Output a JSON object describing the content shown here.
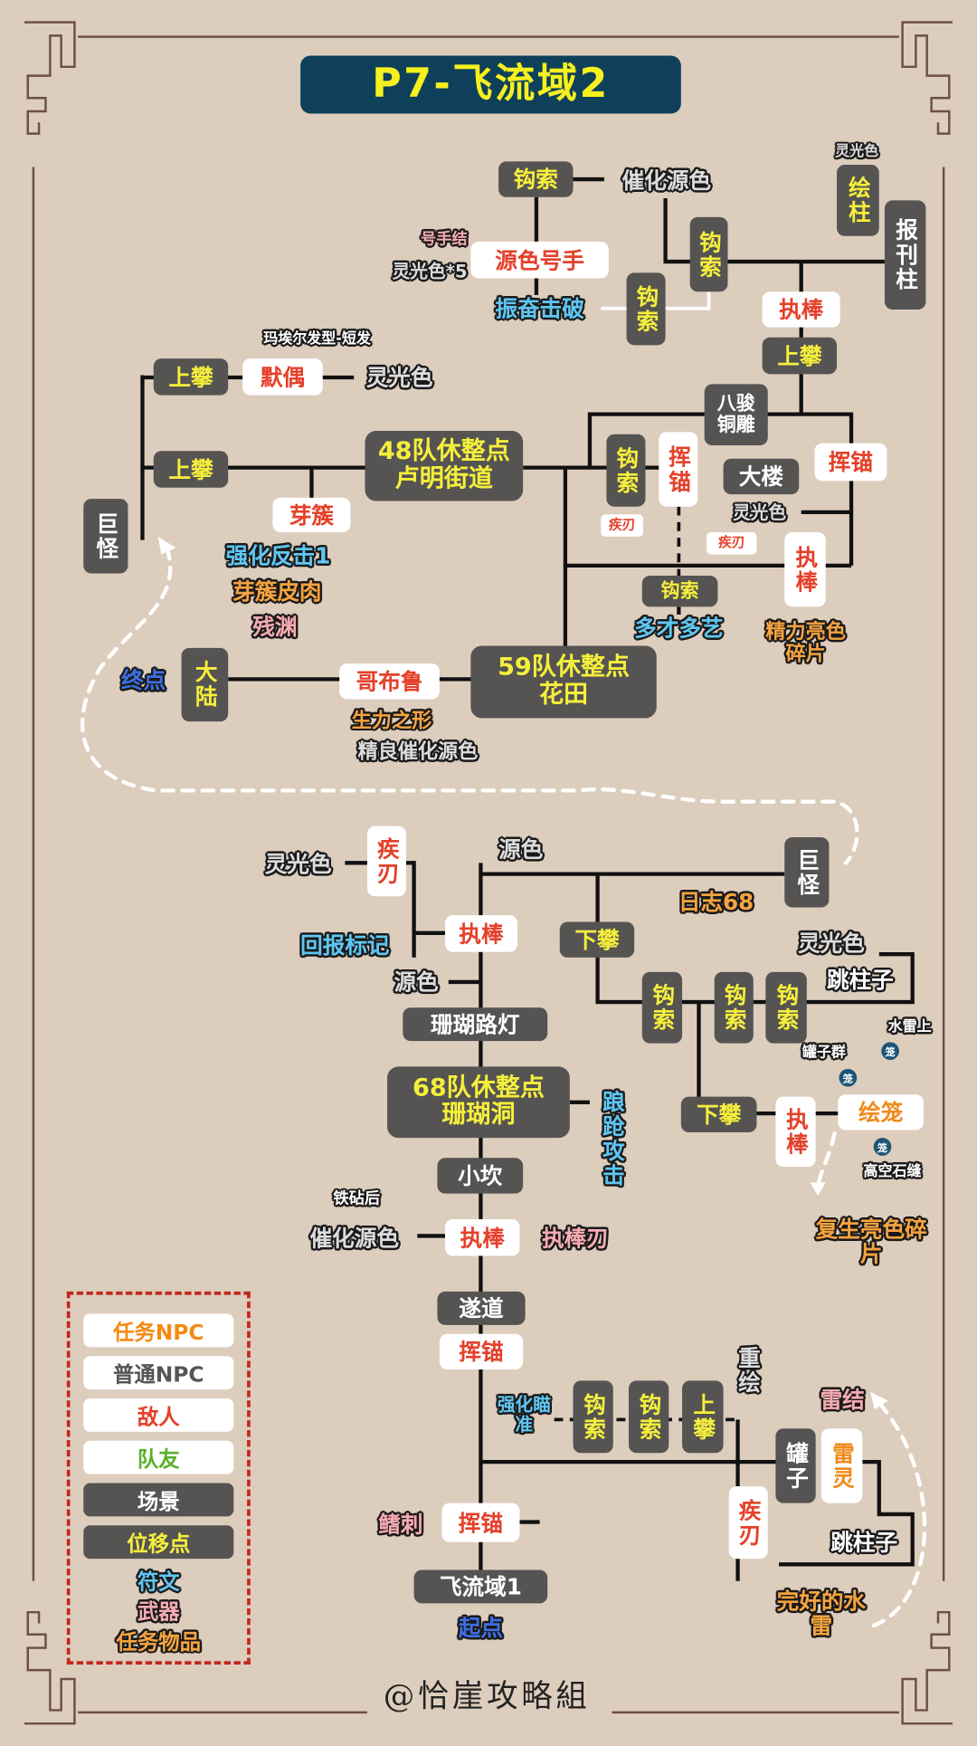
{
  "title": "P7-飞流域2",
  "top": {
    "hook1": "钩索",
    "catalyst1": "催化源色",
    "horn_knot": "号手结",
    "glow5": "灵光色*5",
    "horn_enemy": "源色号手",
    "rune_break": "振奋击破",
    "hook2": "钩索",
    "hook3": "钩索",
    "glow_small": "灵光色",
    "paint_pillar": "绘柱",
    "news_pillar": "报刊柱",
    "stick1": "执棒",
    "climb1": "上攀",
    "bronze": "八骏铜雕",
    "anchor1": "挥锚",
    "hook4": "钩索",
    "anchor2": "挥锚",
    "blade1": "疾刃",
    "building": "大楼",
    "glow2": "灵光色",
    "blade2": "疾刃",
    "stick2": "执棒",
    "hook5": "钩索",
    "rune_versatile": "多才多艺",
    "item_shard": "精力亮色碎片",
    "boss1": "巨怪",
    "climb2": "上攀",
    "puppet": "默偶",
    "hair": "玛埃尔发型-短发",
    "glow3": "灵光色",
    "climb3": "上攀",
    "rest48_a": "48队休整点",
    "rest48_b": "卢明街道",
    "sprout": "芽簇",
    "rune_counter": "强化反击1",
    "item_flesh": "芽簇皮肉",
    "weap_abyss": "残渊",
    "end": "终点",
    "continent": "大陆",
    "goblu": "哥布鲁",
    "item_form": "生力之形",
    "fine_catalyst": "精良催化源色",
    "rest59_a": "59队休整点",
    "rest59_b": "花田"
  },
  "bottom": {
    "source1": "源色",
    "boss2": "巨怪",
    "log68": "日志68",
    "descend1": "下攀",
    "hook6": "钩索",
    "hook7": "钩索",
    "hook8": "钩索",
    "glow4": "灵光色",
    "jump1": "跳柱子",
    "mine_up": "水雷上",
    "jars": "罐子群",
    "cage": "笼",
    "high_crack": "高空石缝",
    "descend2": "下攀",
    "stick3": "执棒",
    "paint_cage": "绘笼",
    "item_revive": "复生亮色碎片",
    "glow5": "灵光色",
    "blade3": "疾刃",
    "stick4": "执棒",
    "rune_report": "回报标记",
    "source2": "源色",
    "coral_lamp": "珊瑚路灯",
    "rest68_a": "68队休整点",
    "rest68_b": "珊瑚洞",
    "rune_stagger": "踉跄攻击",
    "ridge": "小坎",
    "anvil": "铁砧后",
    "catalyst2": "催化源色",
    "stick5": "执棒",
    "weap_stickblade": "执棒刃",
    "tunnel": "遂道",
    "anchor3": "挥锚",
    "rune_aim": "强化瞄准",
    "hook9": "钩索",
    "hook10": "钩索",
    "climb4": "上攀",
    "repaint": "重绘",
    "jar": "罐子",
    "thunder_spirit": "雷灵",
    "thunder_knot": "雷结",
    "jump2": "跳柱子",
    "blade4": "疾刃",
    "item_mine": "完好的水雷",
    "weap_fin": "鳍刺",
    "anchor4": "挥锚",
    "domain1": "飞流域1",
    "start": "起点"
  },
  "legend": {
    "quest_npc": "任务NPC",
    "normal_npc": "普通NPC",
    "enemy": "敌人",
    "ally": "队友",
    "scene": "场景",
    "move_point": "位移点",
    "rune": "符文",
    "weapon": "武器",
    "quest_item": "任务物品"
  },
  "watermark": "@恰崖攻略組"
}
